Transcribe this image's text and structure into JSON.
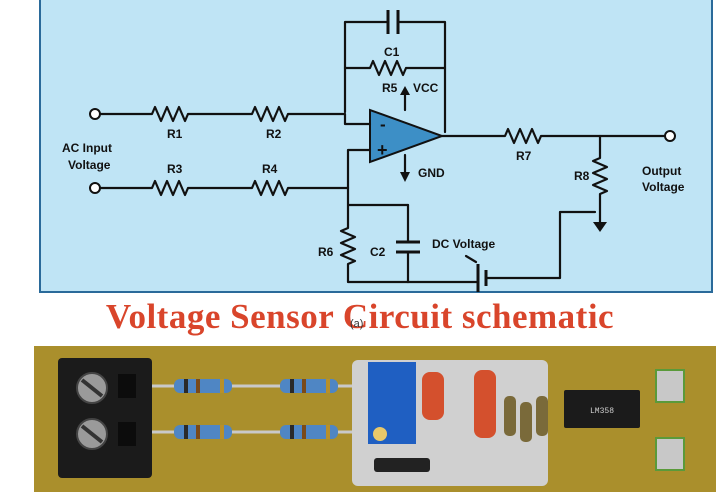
{
  "schematic": {
    "labels": {
      "c1": "C1",
      "r5": "R5",
      "vcc": "VCC",
      "r1": "R1",
      "r2": "R2",
      "r3": "R3",
      "r4": "R4",
      "r6": "R6",
      "r7": "R7",
      "r8": "R8",
      "c2": "C2",
      "gnd": "GND",
      "minus": "-",
      "plus": "+",
      "input_line1": "AC Input",
      "input_line2": "Voltage",
      "output_line1": "Output",
      "output_line2": "Voltage",
      "dc_voltage": "DC Voltage"
    },
    "colors": {
      "background": "#bfe4f5",
      "border": "#2a6a9a",
      "opamp_fill": "#3d8fc6",
      "wire": "#111111"
    }
  },
  "title": {
    "text": "Voltage Sensor Circuit schematic",
    "color": "#d9452b"
  },
  "figure_label": "(a)",
  "board": {
    "chip_text": "LM358"
  }
}
